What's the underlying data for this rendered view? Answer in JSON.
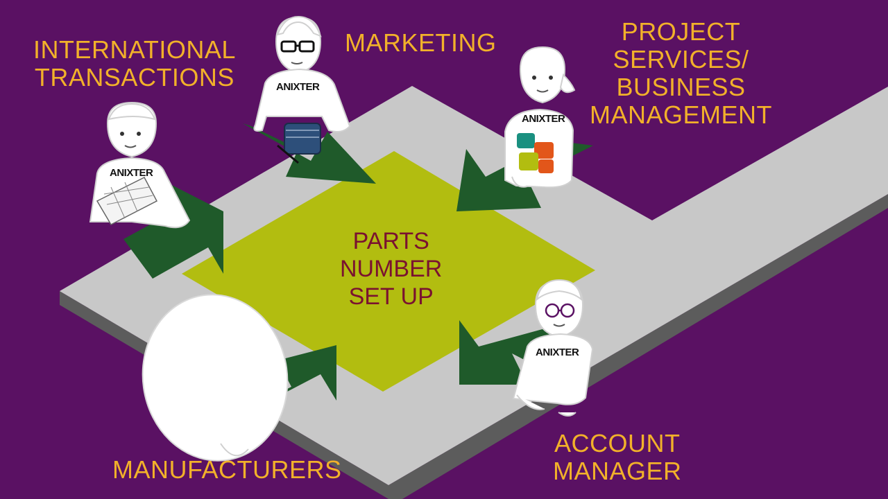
{
  "center": {
    "lines": [
      "PARTS",
      "NUMBER",
      "SET UP"
    ]
  },
  "roles": {
    "international": {
      "lines": [
        "INTERNATIONAL",
        "TRANSACTIONS"
      ]
    },
    "marketing": {
      "lines": [
        "MARKETING"
      ]
    },
    "project": {
      "lines": [
        "PROJECT",
        "SERVICES/",
        "BUSINESS",
        "MANAGEMENT"
      ]
    },
    "manufacturers": {
      "lines": [
        "MANUFACTURERS"
      ]
    },
    "account": {
      "lines": [
        "ACCOUNT",
        "MANAGER"
      ]
    }
  },
  "brand": "ANIXTER",
  "colors": {
    "background": "#5a1163",
    "label": "#f2b12a",
    "center_text": "#7a1230",
    "center_tile": "#b2bd10",
    "floor": "#c8c8c8",
    "arrow": "#1f5a2a"
  }
}
